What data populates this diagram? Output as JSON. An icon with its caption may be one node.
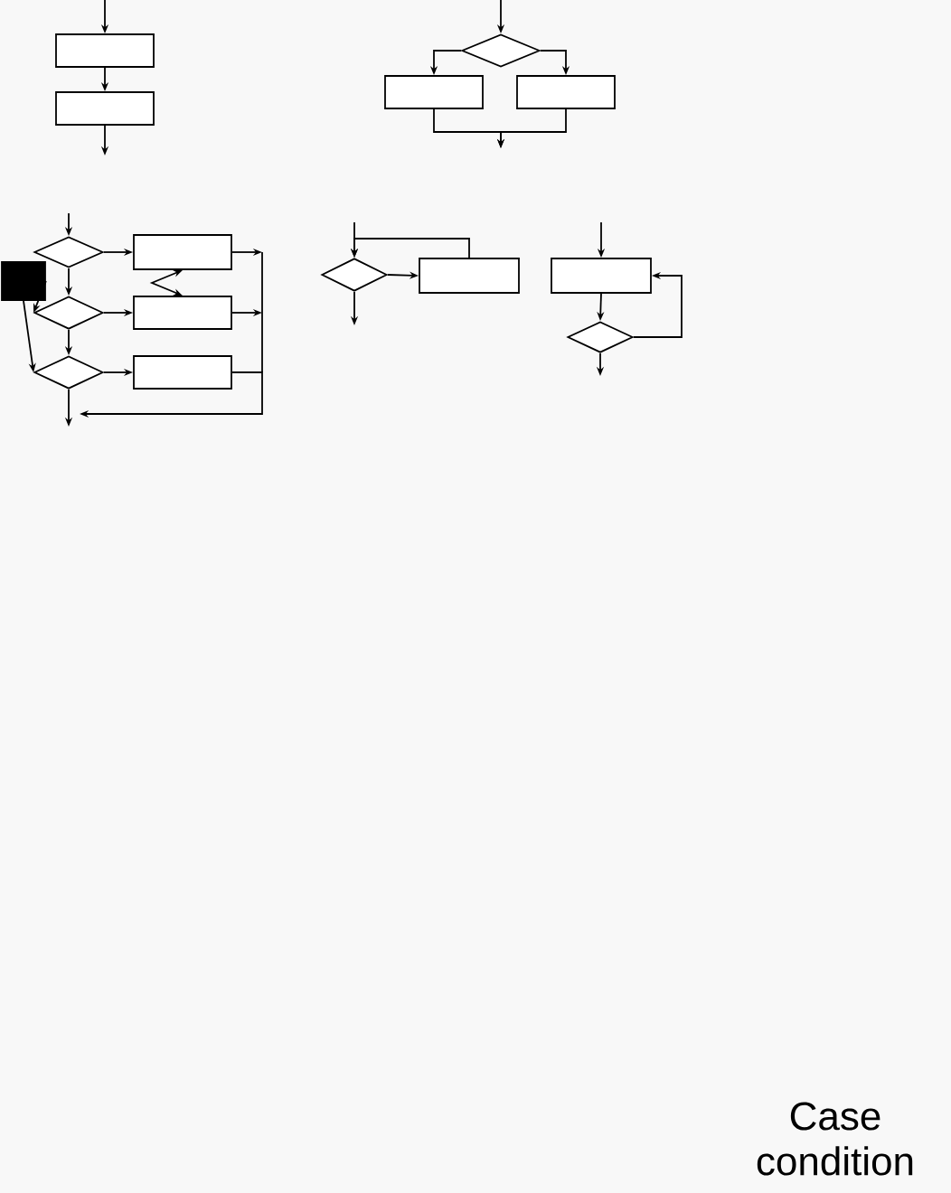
{
  "diagram": {
    "nodes": [
      {
        "text": [],
        "shape": "box"
      },
      {
        "text": [],
        "shape": "box"
      },
      {
        "text": [],
        "shape": "diamond"
      },
      {
        "text": [],
        "shape": "box"
      },
      {
        "text": [],
        "shape": "box"
      },
      {
        "text": [],
        "shape": "diamond"
      },
      {
        "text": [],
        "shape": "box"
      },
      {
        "text": [],
        "shape": "diamond"
      },
      {
        "text": [],
        "shape": "box"
      },
      {
        "text": [],
        "shape": "diamond"
      },
      {
        "text": [],
        "shape": "box"
      },
      {
        "text": [],
        "shape": "box"
      },
      {
        "text": [],
        "shape": "diamond"
      },
      {
        "text": [],
        "shape": "box"
      },
      {
        "text": [],
        "shape": "box"
      },
      {
        "text": [],
        "shape": "diamond"
      }
    ],
    "edges": [
      {
        "from": null,
        "to": 0,
        "arrow": "to"
      },
      {
        "from": 0,
        "to": 1,
        "arrow": "to"
      },
      {
        "from": 1,
        "to": null,
        "arrow": "to"
      },
      {
        "from": null,
        "to": 2,
        "arrow": "to"
      },
      {
        "from": 2,
        "to": 3,
        "arrow": "to"
      },
      {
        "from": 2,
        "to": 4,
        "arrow": "to"
      },
      {
        "from": 3,
        "to": null,
        "arrow": "to"
      },
      {
        "from": 4,
        "to": null,
        "arrow": "to"
      },
      {
        "from": null,
        "to": 5,
        "arrow": "to"
      },
      {
        "from": 5,
        "to": 7,
        "arrow": "to"
      },
      {
        "from": 7,
        "to": 9,
        "arrow": "to"
      },
      {
        "from": 9,
        "to": null,
        "arrow": "to"
      },
      {
        "from": 5,
        "to": 6,
        "arrow": "to"
      },
      {
        "from": 7,
        "to": 8,
        "arrow": "to"
      },
      {
        "from": 9,
        "to": 10,
        "arrow": "to"
      },
      {
        "from": 6,
        "to": 8,
        "arrow": "both"
      },
      {
        "from": 6,
        "to": null,
        "arrow": "to"
      },
      {
        "from": 8,
        "to": null,
        "arrow": "to"
      },
      {
        "from": 10,
        "to": null,
        "arrow": "to"
      },
      {
        "from": 11,
        "to": 7,
        "arrow": "to"
      },
      {
        "from": 11,
        "to": 9,
        "arrow": "to"
      },
      {
        "from": null,
        "to": 12,
        "arrow": "to"
      },
      {
        "from": 12,
        "to": 13,
        "arrow": "to"
      },
      {
        "from": 13,
        "to": 12,
        "arrow": "to"
      },
      {
        "from": 12,
        "to": null,
        "arrow": "to"
      },
      {
        "from": null,
        "to": 14,
        "arrow": "to"
      },
      {
        "from": 14,
        "to": 15,
        "arrow": "to"
      },
      {
        "from": 15,
        "to": 14,
        "arrow": "to"
      },
      {
        "from": 15,
        "to": null,
        "arrow": "to"
      }
    ],
    "labels": [
      "Case condition"
    ]
  }
}
